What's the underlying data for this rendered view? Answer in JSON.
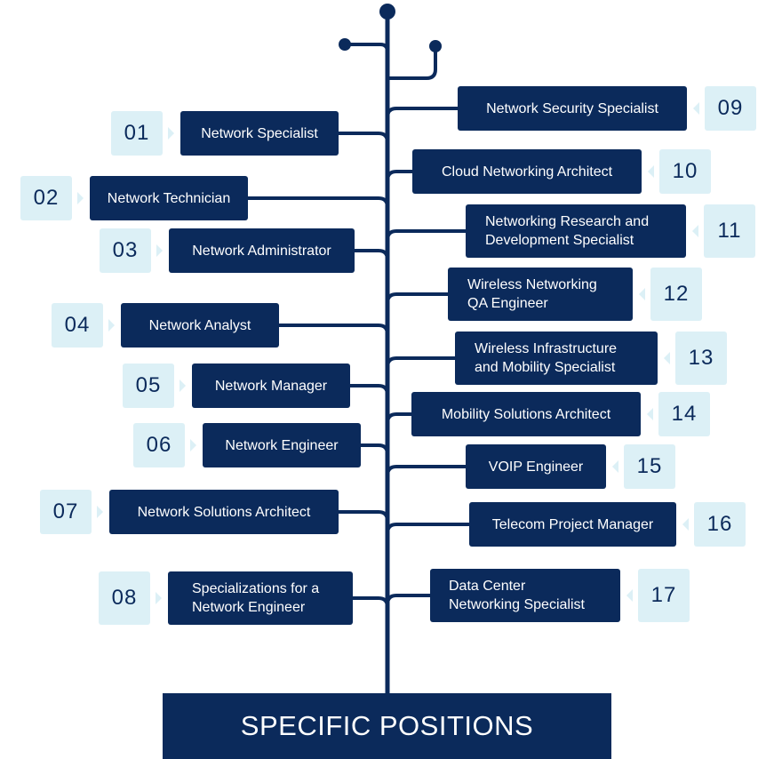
{
  "title": "SPECIFIC POSITIONS",
  "colors": {
    "navy": "#0b2a5b",
    "light": "#dcf0f6",
    "text": "#ffffff"
  },
  "left": [
    {
      "num": "01",
      "label": "Network Specialist"
    },
    {
      "num": "02",
      "label": "Network Technician"
    },
    {
      "num": "03",
      "label": "Network Administrator"
    },
    {
      "num": "04",
      "label": "Network Analyst"
    },
    {
      "num": "05",
      "label": "Network Manager"
    },
    {
      "num": "06",
      "label": "Network Engineer"
    },
    {
      "num": "07",
      "label": "Network Solutions Architect"
    },
    {
      "num": "08",
      "label": "Specializations for a\nNetwork Engineer"
    }
  ],
  "right": [
    {
      "num": "09",
      "label": "Network Security Specialist"
    },
    {
      "num": "10",
      "label": "Cloud Networking Architect"
    },
    {
      "num": "11",
      "label": "Networking Research and\nDevelopment Specialist"
    },
    {
      "num": "12",
      "label": "Wireless Networking\nQA Engineer"
    },
    {
      "num": "13",
      "label": "Wireless Infrastructure\nand Mobility Specialist"
    },
    {
      "num": "14",
      "label": "Mobility Solutions Architect"
    },
    {
      "num": "15",
      "label": "VOIP Engineer"
    },
    {
      "num": "16",
      "label": "Telecom Project Manager"
    },
    {
      "num": "17",
      "label": "Data Center\nNetworking Specialist"
    }
  ]
}
